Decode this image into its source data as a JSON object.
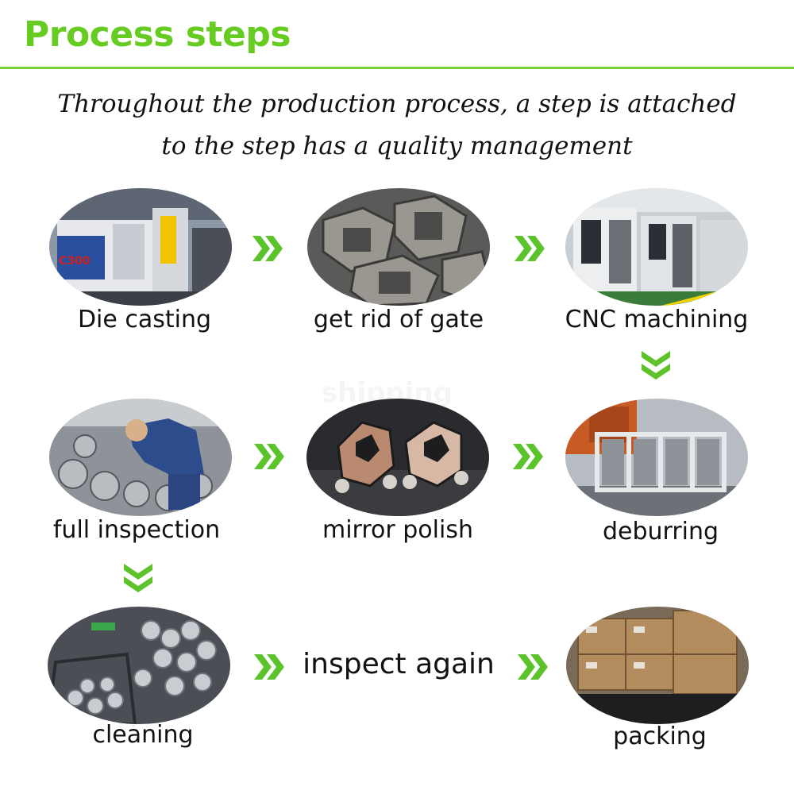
{
  "title": "Process steps",
  "intro": {
    "line1": "Throughout the production process, a step is attached",
    "line2": "to the step has a quality management"
  },
  "watermark": "shipping",
  "steps": [
    {
      "label": "Die casting",
      "image": "die-casting-machine-photo"
    },
    {
      "label": "get rid of gate",
      "image": "cast-parts-with-gates-photo"
    },
    {
      "label": "CNC machining",
      "image": "cnc-machining-center-photo"
    },
    {
      "label": "deburring",
      "image": "deburring-robot-photo"
    },
    {
      "label": "mirror polish",
      "image": "polished-parts-photo"
    },
    {
      "label": "full inspection",
      "image": "worker-inspecting-photo"
    },
    {
      "label": "cleaning",
      "image": "parts-in-cleaning-basket-photo"
    },
    {
      "label": "inspect again",
      "image": ""
    },
    {
      "label": "packing",
      "image": "packed-boxes-pallet-photo"
    }
  ],
  "colors": {
    "accent": "#66cc22",
    "arrow": "#5cc42a",
    "text": "#111111"
  },
  "icons": {
    "arrow_right": "double-chevron-right-icon",
    "arrow_down": "double-chevron-down-icon"
  }
}
